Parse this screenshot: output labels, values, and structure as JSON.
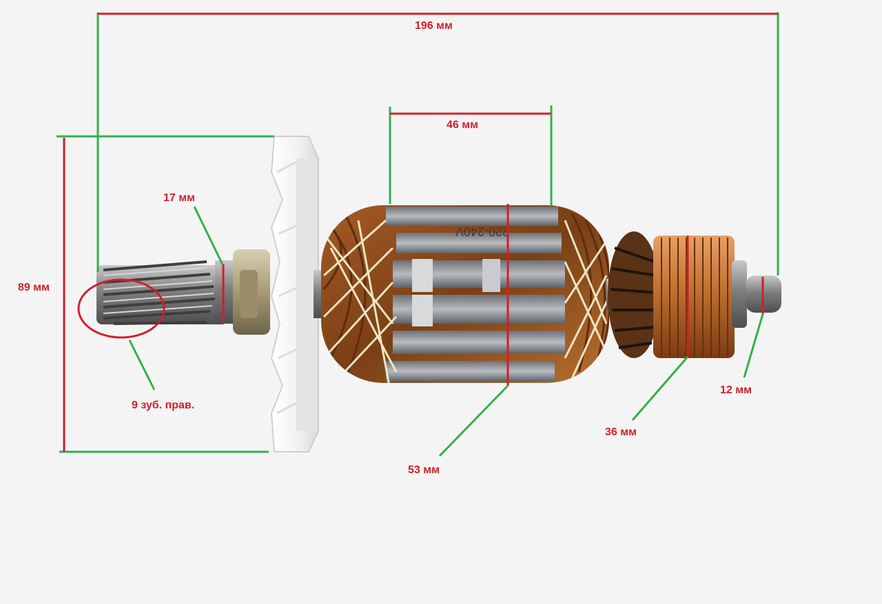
{
  "colors": {
    "background": "#f4f4f4",
    "dimension_line_green": "#2fb24a",
    "dimension_line_red": "#d21f2b",
    "label_red": "#d21f2b",
    "copper": "#b86a2e",
    "lamination_steel": "#8c8f93",
    "fan_plastic": "#f7f7f7",
    "shaft_metal": "#8a8a8a",
    "binding_thread": "#e8e0b8"
  },
  "dimensions": {
    "overall_length": "196 мм",
    "stack_length": "46 мм",
    "fan_diameter": "89 мм",
    "bearing_seat": "17 мм",
    "gear_teeth": "9 зуб. прав.",
    "rotor_diameter": "53 мм",
    "commutator_diameter": "36 мм",
    "shaft_end": "12 мм"
  },
  "part_text": {
    "voltage_marking": "220-240V"
  }
}
